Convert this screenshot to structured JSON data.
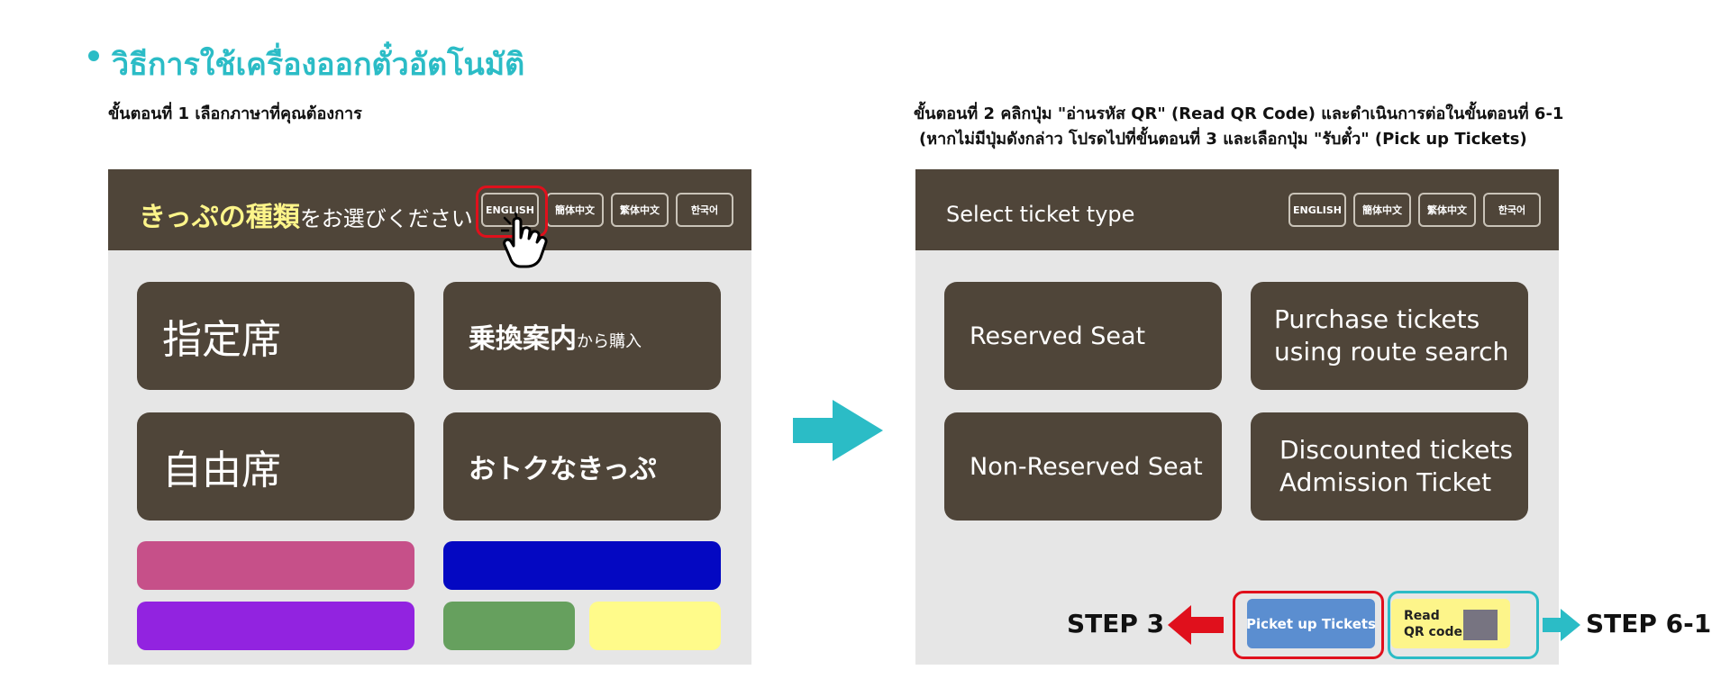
{
  "heading": "วิธีการใช้เครื่องออกตั๋วอัตโนมัติ",
  "step1": {
    "text": "ขั้นตอนที่ 1 เลือกภาษาที่คุณต้องการ"
  },
  "step2": {
    "line1": "ขั้นตอนที่ 2 คลิกปุ่ม \"อ่านรหัส QR\" (Read QR Code) และดำเนินการต่อในขั้นตอนที่ 6-1",
    "line2": "(หากไม่มีปุ่มดังกล่าว โปรดไปที่ขั้นตอนที่ 3 และเลือกปุ่ม \"รับตั๋ว\" (Pick up Tickets)"
  },
  "languages": [
    "ENGLISH",
    "簡体中文",
    "繁体中文",
    "한국어"
  ],
  "left_screen": {
    "title_main": "きっぷの種類",
    "title_suffix": "をお選びください",
    "tiles": {
      "reserved": "指定席",
      "route_main": "乗換案内",
      "route_suffix": "から購入",
      "nonreserved": "自由席",
      "discount": "おトクなきっぷ"
    },
    "bar_colors": {
      "pink": "#c65089",
      "blue": "#0408c2",
      "purple": "#9223e0",
      "green": "#66a05e",
      "yellow": "#fffb8a"
    }
  },
  "right_screen": {
    "title": "Select ticket type",
    "tiles": {
      "reserved": "Reserved Seat",
      "purchase_line1": "Purchase tickets",
      "purchase_line2": "using route search",
      "nonreserved": "Non-Reserved Seat",
      "discount_line1": "Discounted tickets",
      "discount_line2": "Admission Ticket"
    },
    "picket_button": "Picket up Tickets",
    "read_button_line1": "Read",
    "read_button_line2": "QR code"
  },
  "step3_label": "STEP 3",
  "step61_label": "STEP 6-1",
  "colors": {
    "accent": "#2bbcc6",
    "header": "#4f4539",
    "highlight_red": "#e0101c",
    "title_yellow": "#fdf58a"
  },
  "icons": [
    "hand-cursor-icon",
    "arrow-right-icon",
    "arrow-left-icon"
  ]
}
